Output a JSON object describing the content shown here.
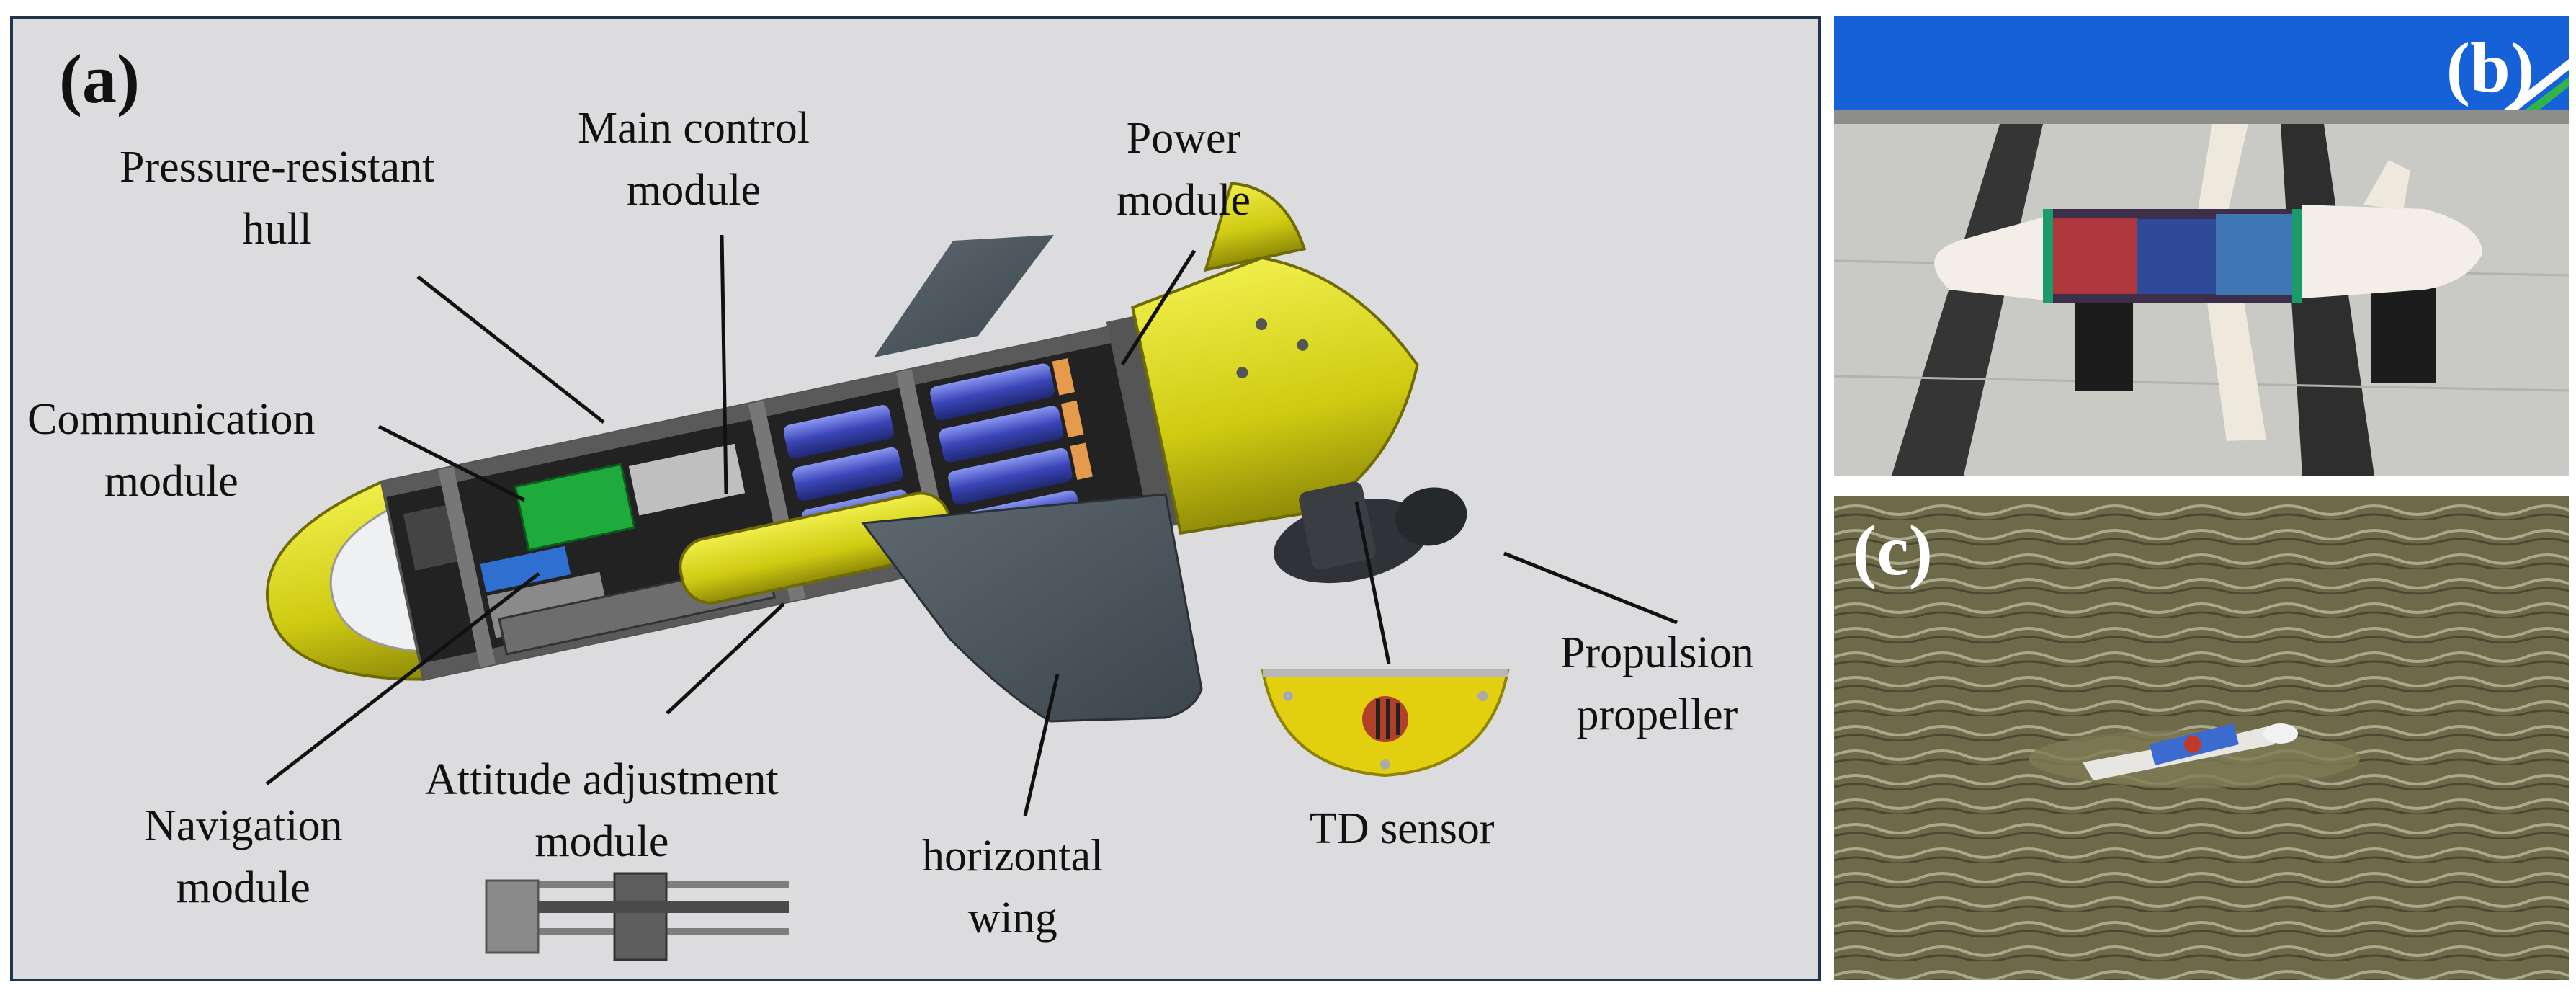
{
  "panel_a": {
    "letter": "(a)",
    "labels": {
      "pressure_hull": [
        "Pressure-resistant",
        "hull"
      ],
      "main_control": [
        "Main control",
        "module"
      ],
      "power": [
        "Power",
        "module"
      ],
      "communication": [
        "Communication",
        "module"
      ],
      "navigation": [
        "Navigation",
        "module"
      ],
      "attitude": [
        "Attitude adjustment",
        "module"
      ],
      "wing": [
        "horizontal",
        "wing"
      ],
      "td_sensor": "TD sensor",
      "propeller": [
        "Propulsion",
        "propeller"
      ]
    }
  },
  "panel_b": {
    "letter": "(b)"
  },
  "panel_c": {
    "letter": "(c)"
  },
  "colors": {
    "panel_bg": "#dcdcdf",
    "panel_border": "#1f3552",
    "hull_yellow": "#d6d21c",
    "wing_gray": "#4d5860",
    "battery_blue": "#3a46b8",
    "board_green": "#1faa3c",
    "banner_blue": "#1660d8",
    "water": "#6d6a4a"
  }
}
